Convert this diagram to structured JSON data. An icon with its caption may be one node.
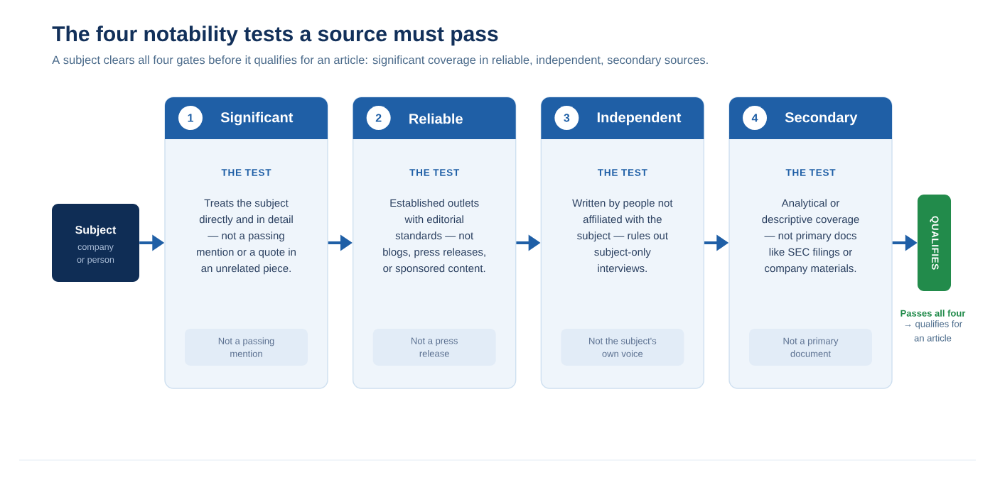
{
  "diagram": {
    "title": "The four notability tests a source must pass",
    "nodes": [
      {
        "text": [
          "Subject",
          "company or person"
        ]
      },
      {
        "text": [
          "Significant",
          "THE TEST",
          "Treats the subject directly and in detail — not a passing mention or a quote in an unrelated piece."
        ]
      },
      {
        "text": [
          "1"
        ],
        "in": 1
      },
      {
        "text": [
          "Not a passing mention"
        ],
        "in": 1
      },
      {
        "text": [
          "Reliable",
          "THE TEST",
          "Established outlets with editorial standards — not blogs, press releases, or sponsored content."
        ]
      },
      {
        "text": [
          "2"
        ],
        "in": 4
      },
      {
        "text": [
          "Not a press release"
        ],
        "in": 4
      },
      {
        "text": [
          "Independent",
          "THE TEST",
          "Written by people not affiliated with the subject — rules out subject-only interviews."
        ]
      },
      {
        "text": [
          "3"
        ],
        "in": 7
      },
      {
        "text": [
          "Not the subject's own voice"
        ],
        "in": 7
      },
      {
        "text": [
          "Secondary",
          "THE TEST",
          "Analytical or descriptive coverage — not primary docs like SEC filings or company materials."
        ]
      },
      {
        "text": [
          "4"
        ],
        "in": 10
      },
      {
        "text": [
          "Not a primary document"
        ],
        "in": 10
      },
      {
        "text": [
          "QUALIFIES"
        ],
        "beside": [
          "Passes all four",
          "→ qualifies for an article"
        ]
      }
    ],
    "edges": [
      {
        "from": 0,
        "to": 1,
        "arrow": "to"
      },
      {
        "from": 1,
        "to": 4,
        "arrow": "to"
      },
      {
        "from": 4,
        "to": 7,
        "arrow": "to"
      },
      {
        "from": 7,
        "to": 10,
        "arrow": "to"
      },
      {
        "from": 10,
        "to": 13,
        "arrow": "to"
      }
    ],
    "labels": [
      "A subject clears all four gates before it qualifies for an article: significant coverage in reliable, independent, secondary sources."
    ]
  }
}
